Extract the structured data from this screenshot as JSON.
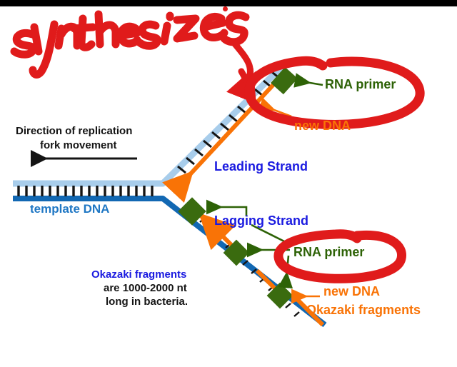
{
  "figure": {
    "title_handwritten": "synthesizes",
    "topbar_color": "#000000",
    "background": "#ffffff"
  },
  "palette": {
    "annotation_red": "#e01b1b",
    "template_light_blue": "#a8cdeb",
    "template_dark_blue": "#1268b3",
    "rna_primer_green": "#3a6b0f",
    "label_green": "#2d6206",
    "new_dna_orange": "#f97306",
    "strand_label_blue": "#1a1ae0",
    "template_label_blue": "#1f77c4",
    "rung_black": "#141414"
  },
  "labels": {
    "direction_line1": "Direction of replication",
    "direction_line2": "fork movement",
    "template_dna": "template DNA",
    "leading_strand": "Leading Strand",
    "lagging_strand": "Lagging Strand",
    "rna_primer_top": "RNA primer",
    "rna_primer_bottom": "RNA primer",
    "new_dna_top": "new DNA",
    "new_dna_bottom": "new DNA",
    "okazaki_fragments_label": "Okazaki fragments",
    "okazaki_note_line1": "Okazaki fragments",
    "okazaki_note_line2": "are 1000-2000 nt",
    "okazaki_note_line3": "long in bacteria."
  },
  "annotations": {
    "handwriting_text": "synthesizes",
    "handwriting_color": "#e01b1b",
    "circle_top_target": "RNA primer (leading strand)",
    "circle_bottom_target": "RNA primer (lagging strand)",
    "arrow_curve_from": "synthesizes",
    "arrow_curve_to": "top red circle"
  },
  "chart_data": {
    "type": "diagram",
    "subject": "DNA replication fork",
    "elements": [
      {
        "name": "template DNA duplex",
        "orientation": "horizontal",
        "colors": [
          "#a8cdeb",
          "#1268b3"
        ],
        "rungs": 19
      },
      {
        "name": "leading strand template",
        "orientation": "up-right diagonal",
        "color": "#a8cdeb"
      },
      {
        "name": "lagging strand template",
        "orientation": "down-right diagonal",
        "color": "#1268b3"
      },
      {
        "name": "leading strand new DNA",
        "color": "#f97306",
        "continuous": true
      },
      {
        "name": "leading strand RNA primer",
        "color": "#3a6b0f",
        "count": 1
      },
      {
        "name": "lagging strand RNA primers",
        "color": "#3a6b0f",
        "count": 3
      },
      {
        "name": "Okazaki fragments",
        "color": "#f97306",
        "count": 3
      }
    ],
    "okazaki_length_nt": [
      1000,
      2000
    ],
    "okazaki_organism": "bacteria"
  }
}
